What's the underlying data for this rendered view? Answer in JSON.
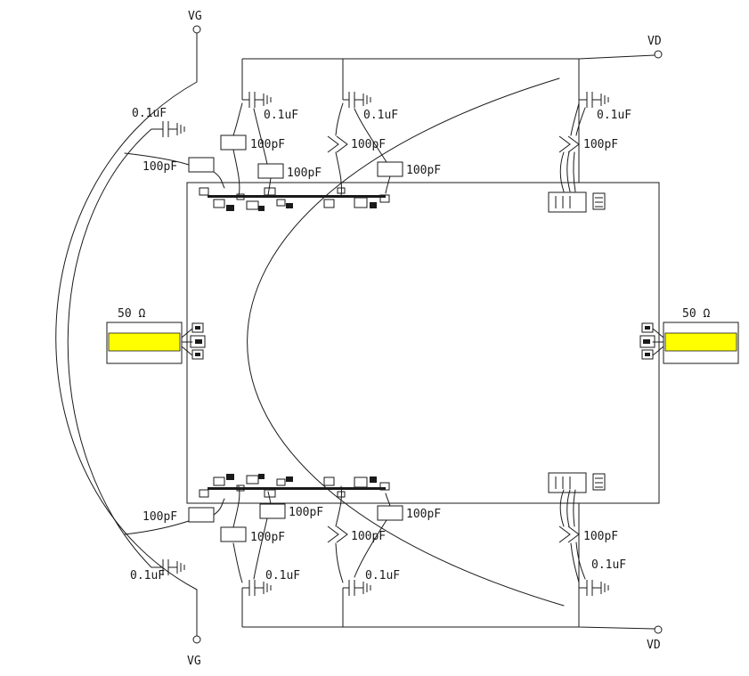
{
  "diagram": {
    "kind": "rf-amplifier-evaluation-board-schematic",
    "colors": {
      "line": "#1a1a1a",
      "background": "#ffffff",
      "highlight": "#ffff00"
    },
    "counts": {
      "vg_terminals": 2,
      "vd_terminals": 2,
      "caps_0_1uf": 8,
      "caps_100pf": 12,
      "ports_50ohm": 2
    }
  },
  "labels": {
    "vg": "VG",
    "vd": "VD",
    "cap_bypass": "0.1uF",
    "cap_block": "100pF",
    "impedance": "50 Ω"
  }
}
